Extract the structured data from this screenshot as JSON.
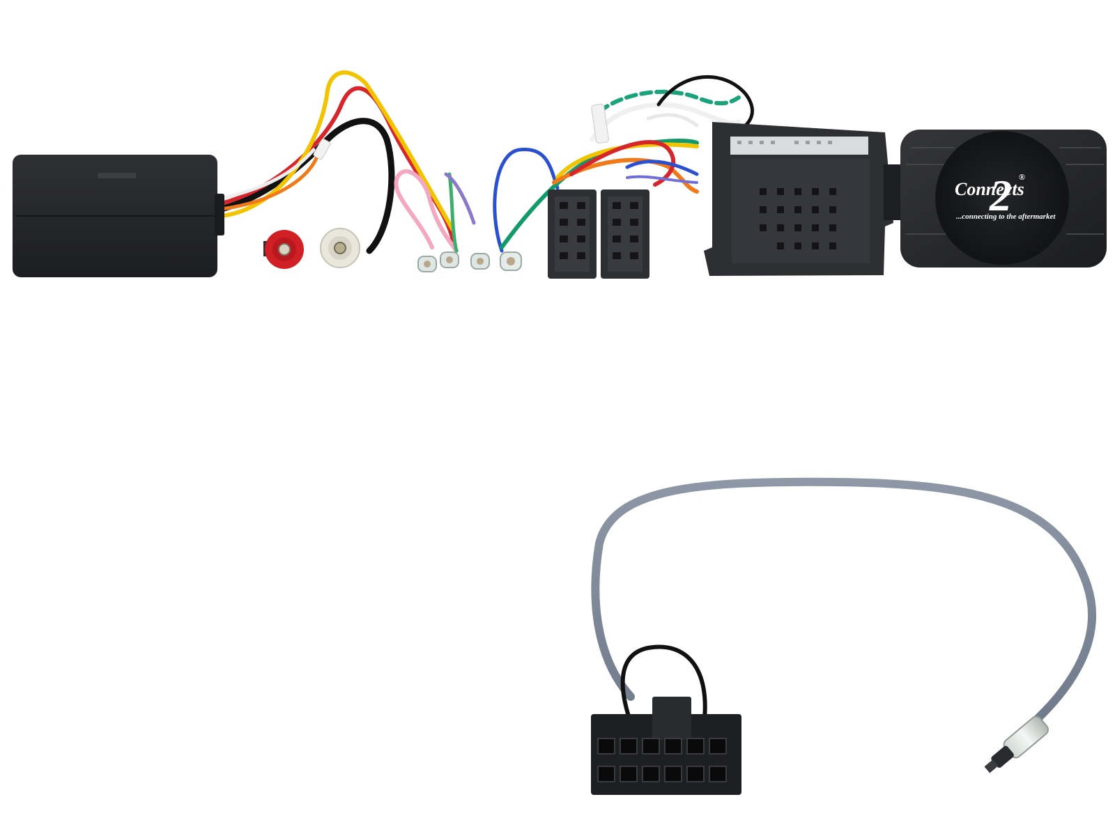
{
  "logo": {
    "brand": "Connects",
    "numeral": "2",
    "registered": "®",
    "tagline": "...connecting to the aftermarket"
  },
  "colors": {
    "background": "#ffffff",
    "module_body": "#2a2b2e",
    "module_shade": "#1c1d20",
    "connector_body": "#2e2f33",
    "connector_face": "#3a3b40",
    "cable_grey": "#7d8898",
    "wire_black": "#111111",
    "wire_red": "#d7262b",
    "wire_yellow": "#f2c400",
    "wire_orange": "#f07a1a",
    "wire_blue": "#2a4fd0",
    "wire_green": "#139a6a",
    "wire_pink": "#f4a7c0",
    "wire_violet": "#8a78c8",
    "wire_white": "#f2f2f2",
    "rca_red": "#d11f26",
    "rca_white": "#e9e6dc"
  }
}
